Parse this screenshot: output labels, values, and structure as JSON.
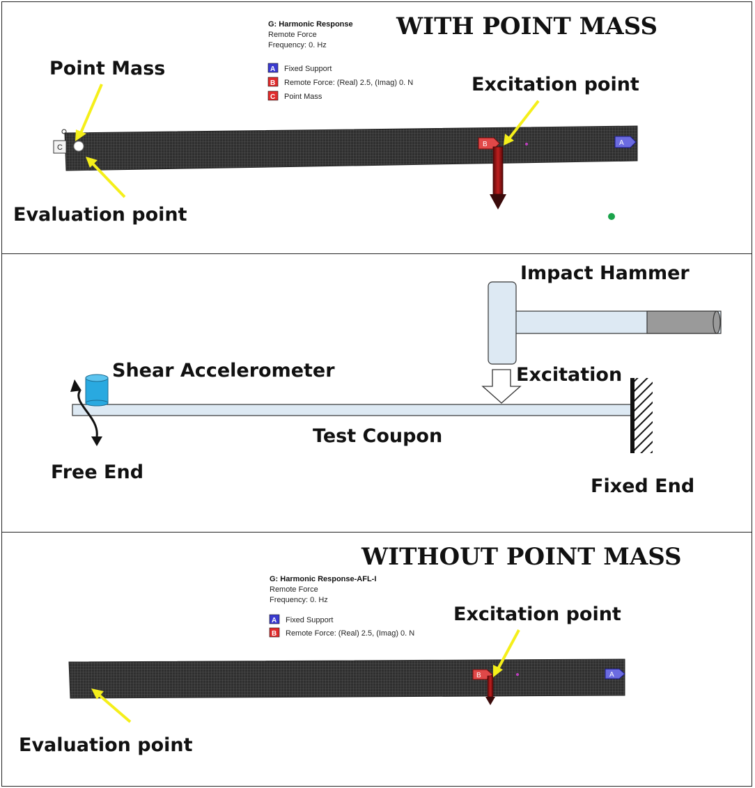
{
  "top_panel": {
    "title": "WITH POINT MASS",
    "legend": {
      "heading": "G: Harmonic Response",
      "lines": [
        "Remote Force",
        "Frequency: 0. Hz"
      ],
      "items": [
        {
          "key": "A",
          "label": "Fixed Support",
          "color": "#3a3ad0"
        },
        {
          "key": "B",
          "label": "Remote Force: (Real) 2.5, (Imag) 0. N",
          "color": "#e02b2b"
        },
        {
          "key": "C",
          "label": "Point Mass",
          "color": "#e02b2b"
        }
      ]
    },
    "callouts": {
      "point_mass": "Point Mass",
      "excitation": "Excitation point",
      "evaluation": "Evaluation point"
    },
    "tags": {
      "a": "A",
      "b": "B",
      "c": "C"
    }
  },
  "middle_panel": {
    "labels": {
      "hammer": "Impact Hammer",
      "accelerometer": "Shear Accelerometer",
      "excitation": "Excitation",
      "coupon": "Test Coupon",
      "free_end": "Free End",
      "fixed_end": "Fixed End"
    }
  },
  "bottom_panel": {
    "title": "WITHOUT POINT MASS",
    "legend": {
      "heading": "G: Harmonic Response-AFL-I",
      "lines": [
        "Remote Force",
        "Frequency: 0. Hz"
      ],
      "items": [
        {
          "key": "A",
          "label": "Fixed Support",
          "color": "#3a3ad0"
        },
        {
          "key": "B",
          "label": "Remote Force: (Real) 2.5, (Imag) 0. N",
          "color": "#e02b2b"
        }
      ]
    },
    "callouts": {
      "excitation": "Excitation point",
      "evaluation": "Evaluation point"
    },
    "tags": {
      "a": "A",
      "b": "B"
    }
  },
  "colors": {
    "callout_arrow": "#f5ef1a",
    "force_arrow": "#8c1010",
    "beam_mesh": "#3a3a3a",
    "accelerometer": "#29a9e0",
    "coupon": "#dde9f3",
    "hammer_handle_grip": "#9a9a9a",
    "green_dot": "#1aa34a"
  }
}
